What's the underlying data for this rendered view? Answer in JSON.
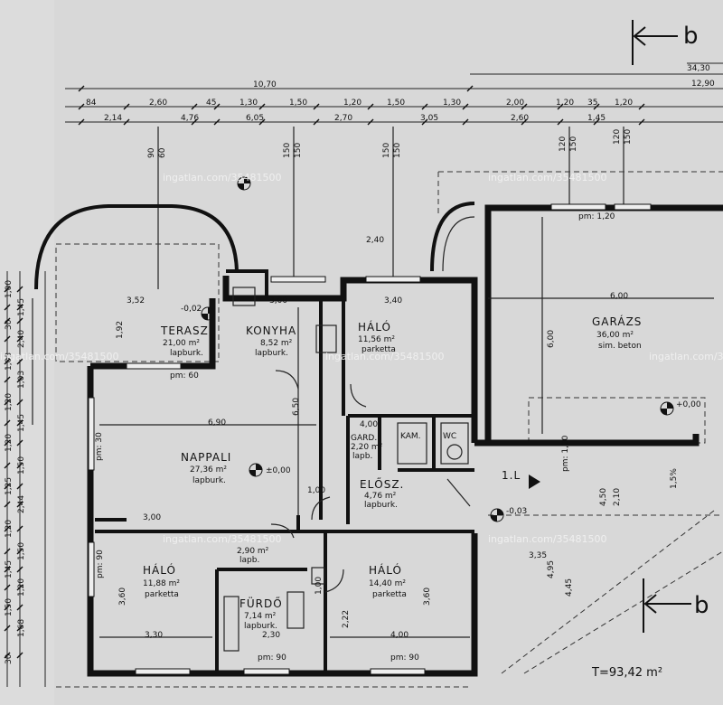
{
  "section_marks": [
    "b",
    "b"
  ],
  "total_area": "T=93,42 m²",
  "floor_label": "1.L",
  "watermark": "ingatlan.com/35481500",
  "rooms": [
    {
      "name": "TERASZ",
      "area": "21,00 m²",
      "finish": "lapburk."
    },
    {
      "name": "KONYHA",
      "area": "8,52 m²",
      "finish": "lapburk."
    },
    {
      "name": "HÁLÓ",
      "area": "11,56 m²",
      "finish": "parketta"
    },
    {
      "name": "GARÁZS",
      "area": "36,00 m²",
      "finish": "sim. beton"
    },
    {
      "name": "NAPPALI",
      "area": "27,36 m²",
      "finish": "lapburk."
    },
    {
      "name": "GARD.",
      "area": "2,20 m²",
      "finish": "lapb."
    },
    {
      "name": "KAM.",
      "area": "",
      "finish": ""
    },
    {
      "name": "WC",
      "area": "",
      "finish": ""
    },
    {
      "name": "ELŐSZ.",
      "area": "4,76 m²",
      "finish": "lapburk."
    },
    {
      "name": "HÁLÓ",
      "area": "11,88 m²",
      "finish": "parketta"
    },
    {
      "name": "FÜRDŐ",
      "area": "7,14 m²",
      "finish": "lapburk."
    },
    {
      "name": "HÁLÓ",
      "area": "14,40 m²",
      "finish": "parketta"
    },
    {
      "name": "",
      "area": "2,90 m²",
      "finish": "lapb."
    }
  ],
  "levels": [
    "±0,00",
    "-0,03",
    "+0,00",
    "-0,02"
  ],
  "top_dims": {
    "overall": [
      "34,30",
      "12,90"
    ],
    "row1": [
      "10,70"
    ],
    "row2": [
      "84",
      "2,60",
      "45",
      "1,30",
      "1,50",
      "1,20",
      "1,50",
      "1,30",
      "2,00",
      "1,20",
      "35",
      "1,20"
    ],
    "row3": [
      "2,14",
      "4,76",
      "6,05",
      "2,70",
      "3,05",
      "2,60",
      "1,45"
    ]
  },
  "window_dims": [
    "90",
    "60",
    "150",
    "150",
    "150",
    "150",
    "120",
    "150",
    "120",
    "150"
  ],
  "interior_dims": [
    "3,52",
    "3,00",
    "3,40",
    "6,00",
    "6,90",
    "6,50",
    "6,00",
    "3,30",
    "2,30",
    "4,00",
    "3,60",
    "3,60",
    "1,00",
    "4,00",
    "3,35",
    "4,95",
    "4,45",
    "4,50",
    "2,10",
    "2,22",
    "1,92",
    "3,00",
    "1,00",
    "2,40"
  ],
  "side_dims": [
    "1,00",
    "1,45",
    "30",
    "2,40",
    "1,03",
    "1,03",
    "1,20",
    "1,45",
    "1,20",
    "1,50",
    "1,25",
    "2,44",
    "1,20",
    "1,50",
    "1,45",
    "1,20",
    "1,50",
    "1,68",
    "30"
  ],
  "sill_notes": [
    "pm: 1,20",
    "pm: 60",
    "pm: 30",
    "pm: 90",
    "pm: 90",
    "pm: 90",
    "pm: 1,20"
  ],
  "slope_note": "1,5%"
}
